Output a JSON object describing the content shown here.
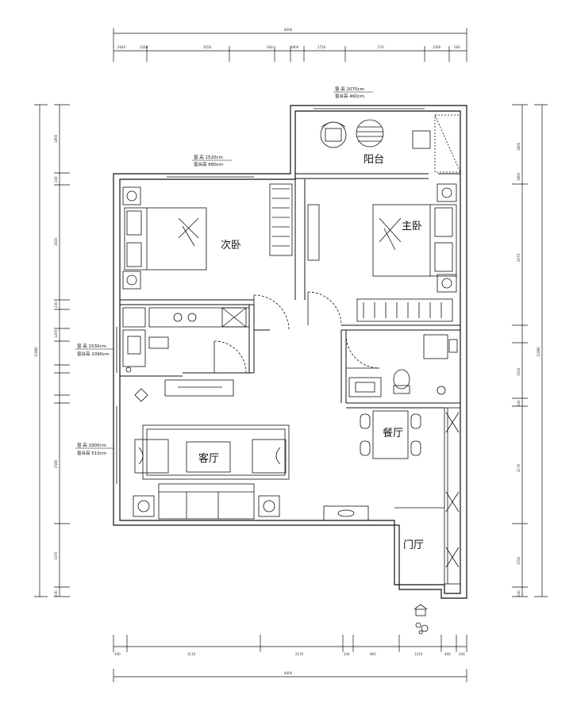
{
  "rooms": {
    "balcony": "阳台",
    "second_bedroom": "次卧",
    "master_bedroom": "主卧",
    "dining": "餐厅",
    "living": "客厅",
    "entrance": "门厅"
  },
  "window_notes": {
    "balcony_window": {
      "height": "窗 高 2070cm",
      "sill": "窗台高 460cm"
    },
    "bedroom2_window": {
      "height": "窗 高 1520cm",
      "sill": "窗台高 680cm"
    },
    "kitchen_window": {
      "height": "窗 高 1530cm",
      "sill": "窗台高 1090cm"
    },
    "living_window": {
      "height": "窗 高 1900cm",
      "sill": "窗台高 510cm"
    }
  },
  "dimensions": {
    "top_total": "8400",
    "top_segments": [
      "2640",
      "2260",
      "2050",
      "340",
      "1800",
      "1720",
      "570",
      "1260",
      "560"
    ],
    "bottom_total": "8400",
    "bottom_segments": [
      "340",
      "3110",
      "2110",
      "240",
      "860",
      "1210",
      "400",
      "240"
    ],
    "left_total": "11880",
    "left_segments": [
      "1800",
      "240",
      "2620",
      "240",
      "1200",
      "2580",
      "1470",
      "240"
    ],
    "right_total": "11880",
    "right_segments": [
      "1800",
      "1800",
      "2070",
      "1500",
      "240",
      "2170",
      "1350",
      "240"
    ]
  }
}
